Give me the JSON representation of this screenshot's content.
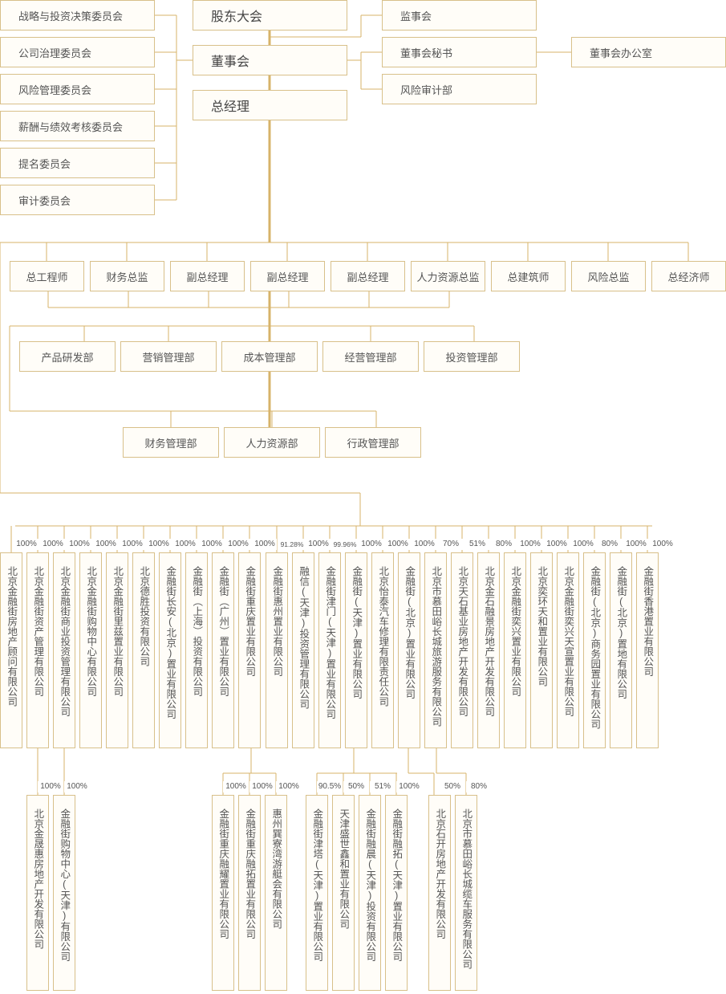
{
  "top": {
    "shareholders": "股东大会",
    "board": "董事会",
    "gm": "总经理",
    "supervisors": "监事会",
    "board_secretary": "董事会秘书",
    "board_office": "董事会办公室",
    "risk_audit": "风险审计部"
  },
  "committees": [
    "战略与投资决策委员会",
    "公司治理委员会",
    "风险管理委员会",
    "薪酬与绩效考核委员会",
    "提名委员会",
    "审计委员会"
  ],
  "executives": [
    "总工程师",
    "财务总监",
    "副总经理",
    "副总经理",
    "副总经理",
    "人力资源总监",
    "总建筑师",
    "风险总监",
    "总经济师"
  ],
  "departments_row1": [
    "产品研发部",
    "营销管理部",
    "成本管理部",
    "经营管理部",
    "投资管理部"
  ],
  "departments_row2": [
    "财务管理部",
    "人力资源部",
    "行政管理部"
  ],
  "subsidiaries": [
    {
      "name": "北京金融街房地产顾问有限公司",
      "pct": "100%"
    },
    {
      "name": "北京金融街资产管理有限公司",
      "pct": "100%"
    },
    {
      "name": "北京金融街商业投资管理有限公司",
      "pct": "100%"
    },
    {
      "name": "北京金融街购物中心有限公司",
      "pct": "100%"
    },
    {
      "name": "北京金融街里兹置业有限公司",
      "pct": "100%"
    },
    {
      "name": "北京德胜投资有限公司",
      "pct": "100%"
    },
    {
      "name": "金融街长安(北京)置业有限公司",
      "pct": "100%"
    },
    {
      "name": "金融街（上海）投资有限公司",
      "pct": "100%"
    },
    {
      "name": "金融街（广州）置业有限公司",
      "pct": "100%"
    },
    {
      "name": "金融街重庆置业有限公司",
      "pct": "100%"
    },
    {
      "name": "金融街惠州置业有限公司",
      "pct": "91.28%"
    },
    {
      "name": "融信(天津)投资管理有限公司",
      "pct": "100%"
    },
    {
      "name": "金融街津门(天津)置业有限公司",
      "pct": "99.96%"
    },
    {
      "name": "金融街(天津)置业有限公司",
      "pct": "100%"
    },
    {
      "name": "北京怡泰汽车修理有限责任公司",
      "pct": "100%"
    },
    {
      "name": "金融街(北京)置业有限公司",
      "pct": "100%"
    },
    {
      "name": "北京市慕田峪长城旅游服务有限公司",
      "pct": "70%"
    },
    {
      "name": "北京天石基业房地产开发有限公司",
      "pct": "51%"
    },
    {
      "name": "北京金石融景房地产开发有限公司",
      "pct": "80%"
    },
    {
      "name": "北京金融街奕兴置业有限公司",
      "pct": "100%"
    },
    {
      "name": "北京奕环天和置业有限公司",
      "pct": "100%"
    },
    {
      "name": "北京金融街奕兴天宣置业有限公司",
      "pct": "100%"
    },
    {
      "name": "金融街(北京)商务园置业有限公司",
      "pct": "80%"
    },
    {
      "name": "金融街(北京)置地有限公司",
      "pct": "100%"
    },
    {
      "name": "金融街香港置业有限公司",
      "pct": "100%"
    }
  ],
  "sub_subsidiaries": [
    {
      "name": "北京金晟惠房地产开发有限公司",
      "pct": "100%"
    },
    {
      "name": "金融街购物中心(天津)有限公司",
      "pct": "100%"
    },
    {
      "name": "金融街重庆融耀置业有限公司",
      "pct": "100%"
    },
    {
      "name": "金融街重庆融拓置业有限公司",
      "pct": "100%"
    },
    {
      "name": "惠州巽寮湾游艇会有限公司",
      "pct": "100%"
    },
    {
      "name": "金融街津塔(天津)置业有限公司",
      "pct": "90.5%"
    },
    {
      "name": "天津盛世鑫和置业有限公司",
      "pct": "50%"
    },
    {
      "name": "金融街融晨(天津)投资有限公司",
      "pct": "51%"
    },
    {
      "name": "金融街融拓(天津)置业有限公司",
      "pct": "100%"
    },
    {
      "name": "北京石开房地产开发有限公司",
      "pct": "50%"
    },
    {
      "name": "北京市慕田峪长城缆车服务有限公司",
      "pct": "80%"
    }
  ],
  "colors": {
    "line": "#d7b36a",
    "border": "#d8c08a",
    "box_bg": "#fffdf8"
  }
}
